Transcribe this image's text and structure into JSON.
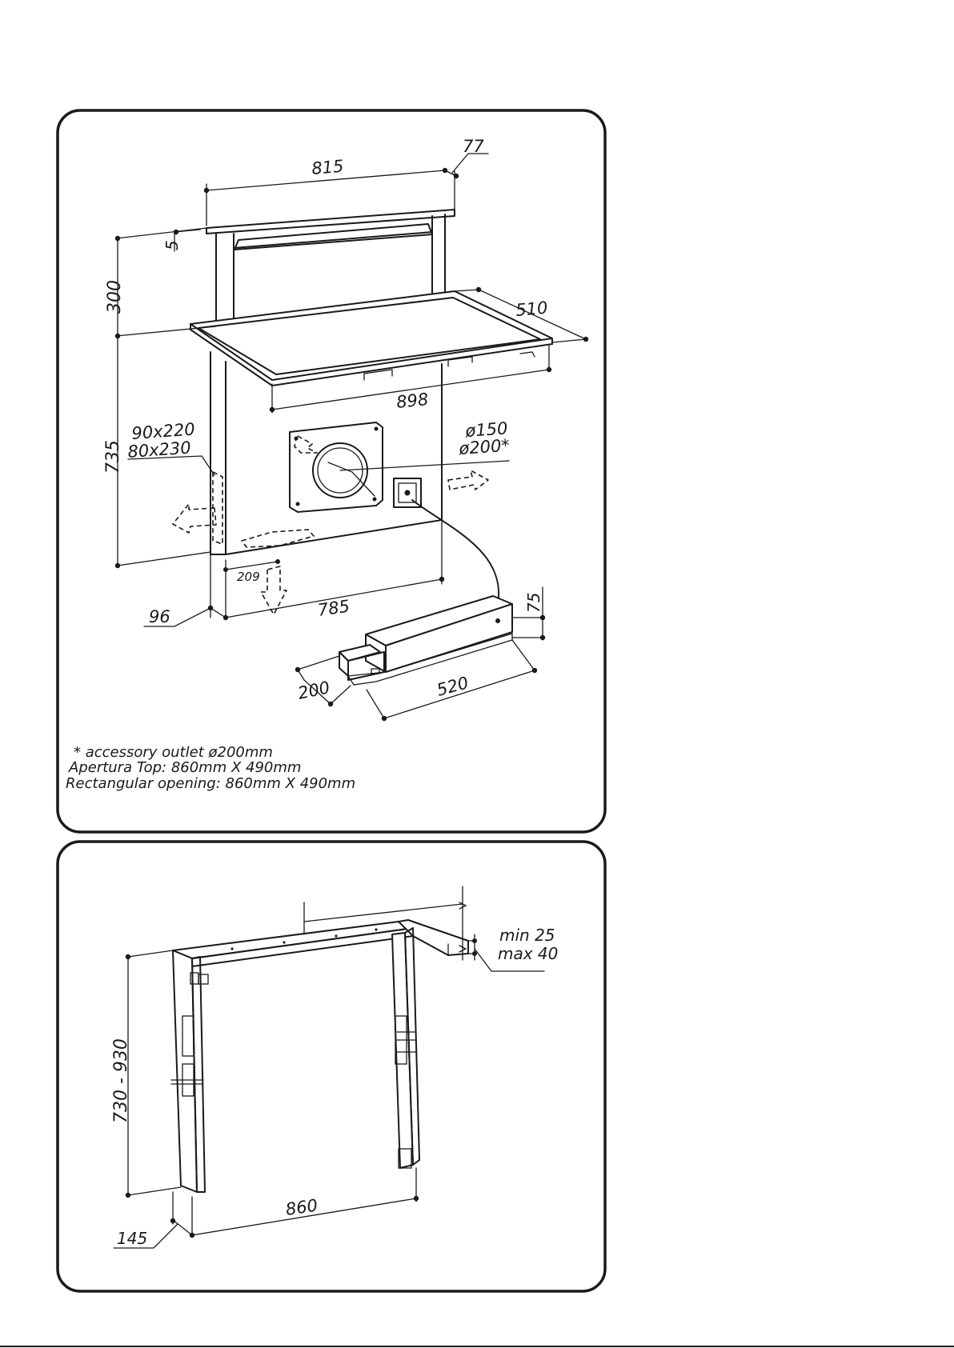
{
  "top_panel": {
    "dimensions": {
      "width_815": "815",
      "depth_77": "77",
      "gap_5": "5",
      "height_300": "300",
      "depth_510": "510",
      "width_898": "898",
      "height_735": "735",
      "opening_a": "90x220",
      "opening_b": "80x230",
      "outlet_a": "ø150",
      "outlet_b": "ø200*",
      "offset_209": "209",
      "depth_96": "96",
      "width_785": "785",
      "motor_height_75": "75",
      "motor_width_200": "200",
      "motor_length_520": "520"
    },
    "notes": [
      "* accessory outlet ø200mm",
      "Apertura Top: 860mm X 490mm",
      "Rectangular opening: 860mm X 490mm"
    ]
  },
  "bottom_panel": {
    "dimensions": {
      "height_range": "730 - 930",
      "thickness_min": "min 25",
      "thickness_max": "max 40",
      "depth_145": "145",
      "width_860": "860"
    }
  }
}
